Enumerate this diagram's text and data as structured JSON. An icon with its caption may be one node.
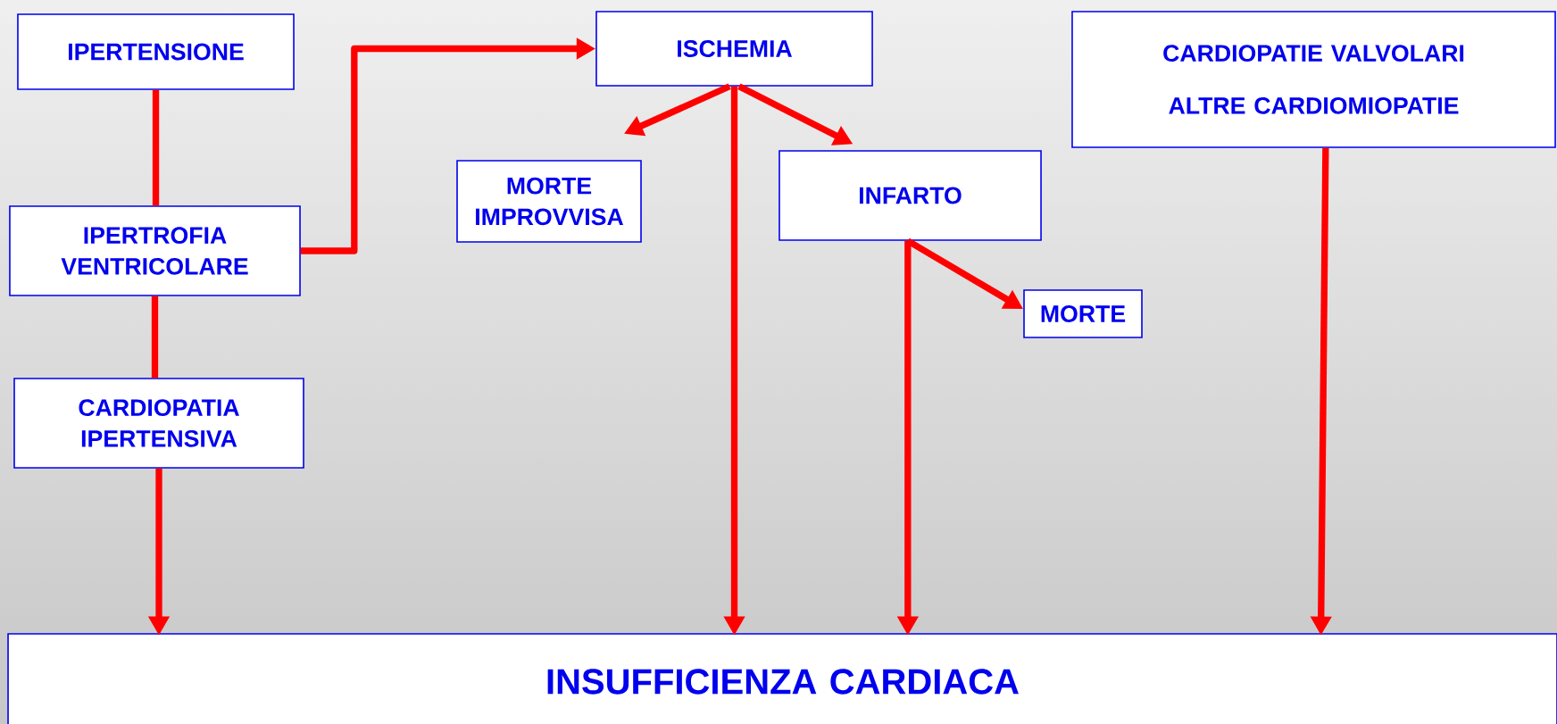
{
  "diagram": {
    "nodes": [
      {
        "text": [
          "IPERTENSIONE"
        ]
      },
      {
        "text": [
          "IPERTROFIA VENTRICOLARE"
        ]
      },
      {
        "text": [
          "CARDIOPATIA IPERTENSIVA"
        ]
      },
      {
        "text": [
          "ISCHEMIA"
        ]
      },
      {
        "text": [
          "MORTE IMPROVVISA"
        ]
      },
      {
        "text": [
          "INFARTO"
        ]
      },
      {
        "text": [
          "MORTE"
        ]
      },
      {
        "text": [
          "CARDIOPATIE VALVOLARI",
          "ALTRE CARDIOMIOPATIE"
        ]
      },
      {
        "text": [
          "INSUFFICIENZA CARDIACA"
        ]
      }
    ],
    "edges": [
      {
        "from": 0,
        "to": 1,
        "arrow": "none"
      },
      {
        "from": 1,
        "to": 2,
        "arrow": "none"
      },
      {
        "from": 2,
        "to": 8,
        "arrow": "to"
      },
      {
        "from": 1,
        "to": 3,
        "arrow": "to"
      },
      {
        "from": 3,
        "to": 4,
        "arrow": "to"
      },
      {
        "from": 3,
        "to": 5,
        "arrow": "to"
      },
      {
        "from": 3,
        "to": 8,
        "arrow": "to"
      },
      {
        "from": 5,
        "to": 6,
        "arrow": "to"
      },
      {
        "from": 5,
        "to": 8,
        "arrow": "to"
      },
      {
        "from": 7,
        "to": 8,
        "arrow": "to"
      }
    ]
  }
}
